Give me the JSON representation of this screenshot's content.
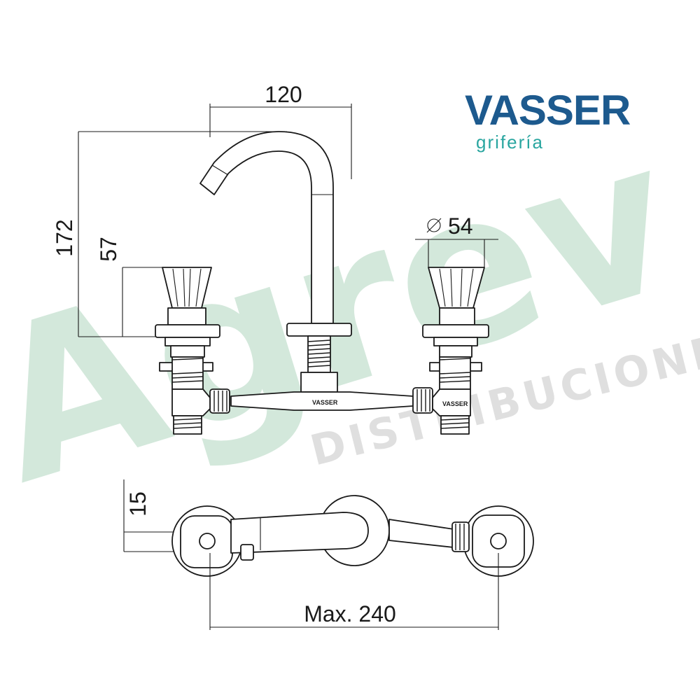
{
  "brand": {
    "name": "VASSER",
    "tagline": "grifería",
    "color_dark": "#1d5a8e",
    "color_teal": "#2aa6a0"
  },
  "watermark": {
    "main": "Agrev",
    "sub": "DISTRIBUCIONES",
    "color_main": "#cfe6d8",
    "color_sub": "#dcdcdc"
  },
  "dimensions": {
    "spout_reach": "120",
    "total_height": "172",
    "handle_height": "57",
    "handle_diameter_symbol": "⌀",
    "handle_diameter": "54",
    "offset": "15",
    "max_width": "Max. 240"
  },
  "labels": {
    "body_stamp": "VASSER",
    "elbow_stamp": "VASSER"
  }
}
